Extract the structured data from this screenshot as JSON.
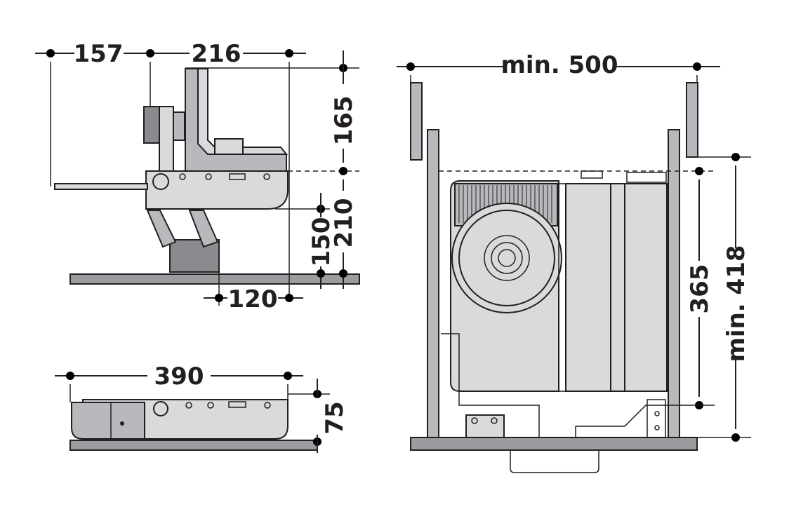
{
  "side_view": {
    "dim_157": "157",
    "dim_216": "216",
    "dim_165": "165",
    "dim_210": "210",
    "dim_150": "150",
    "dim_120": "120"
  },
  "bottom_view": {
    "dim_390": "390",
    "dim_75": "75"
  },
  "front_view": {
    "dim_min_500": "min. 500",
    "dim_365": "365",
    "dim_min_418": "min. 418"
  },
  "colors": {
    "line": "#231f20",
    "body_light": "#d9dadc",
    "body_mid": "#b8b9bc",
    "body_dark": "#8a8b8e"
  }
}
